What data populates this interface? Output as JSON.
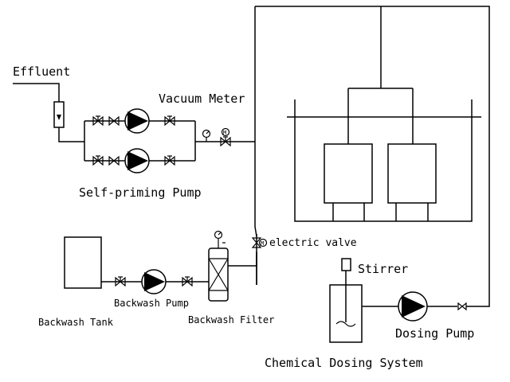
{
  "labels": {
    "effluent": "Effluent",
    "vacuum_meter": "Vacuum Meter",
    "self_priming_pump": "Self-priming Pump",
    "electric_valve": "electric valve",
    "stirrer": "Stirrer",
    "backwash_pump": "Backwash Pump",
    "backwash_tank": "Backwash Tank",
    "backwash_filter": "Backwash Filter",
    "dosing_pump": "Dosing Pump",
    "chemical_dosing_system": "Chemical Dosing System"
  }
}
